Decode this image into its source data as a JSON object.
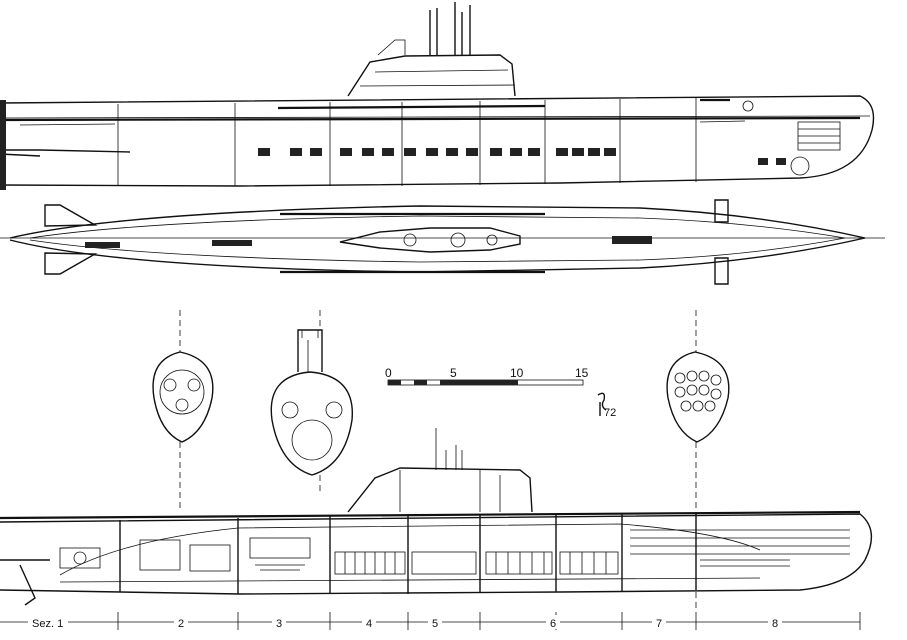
{
  "scale_bar": {
    "ticks": [
      "0",
      "5",
      "10",
      "15"
    ]
  },
  "sections": [
    {
      "label": "Sez. 1"
    },
    {
      "label": "2"
    },
    {
      "label": "3"
    },
    {
      "label": "4"
    },
    {
      "label": "5"
    },
    {
      "label": "6"
    },
    {
      "label": "7"
    },
    {
      "label": "8"
    }
  ],
  "signature_text": "72",
  "colors": {
    "ink": "#111111",
    "paper": "#ffffff"
  }
}
